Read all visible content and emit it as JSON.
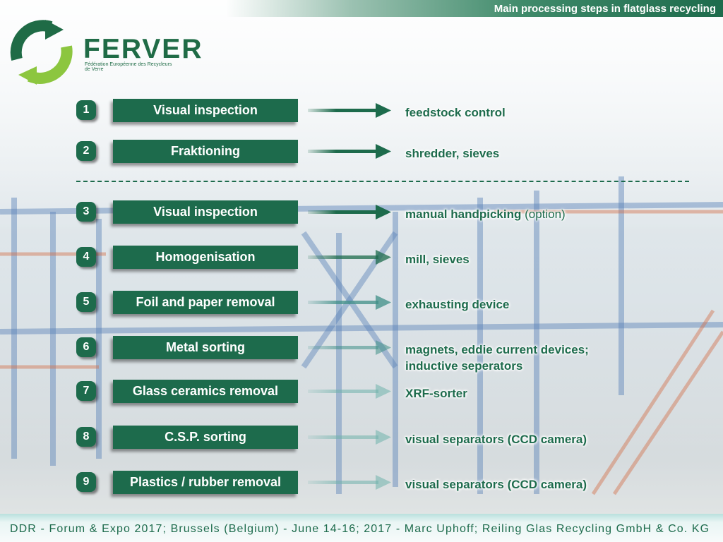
{
  "header": {
    "title": "Main processing steps in flatglass recycling"
  },
  "logo": {
    "name": "FERVER",
    "subtitle": "Fédération Européenne des Recycleurs de Verre",
    "colors": {
      "green": "#1f6b46",
      "light_green": "#8cc63f"
    }
  },
  "steps": [
    {
      "number": "1",
      "label": "Visual inspection",
      "result": "feedstock control"
    },
    {
      "number": "2",
      "label": "Fraktioning",
      "result": "shredder, sieves"
    },
    {
      "number": "3",
      "label": "Visual inspection",
      "result": "manual handpicking",
      "result_extra": " (option)"
    },
    {
      "number": "4",
      "label": "Homogenisation",
      "result": "mill, sieves"
    },
    {
      "number": "5",
      "label": "Foil and paper removal",
      "result": "exhausting device"
    },
    {
      "number": "6",
      "label": "Metal sorting",
      "result": "magnets, eddie current devices;",
      "result_line2": "inductive seperators"
    },
    {
      "number": "7",
      "label": "Glass ceramics removal",
      "result": "XRF-sorter"
    },
    {
      "number": "8",
      "label": "C.S.P. sorting",
      "result": "visual separators (CCD camera)"
    },
    {
      "number": "9",
      "label": "Plastics / rubber removal",
      "result": "visual separators (CCD camera)"
    }
  ],
  "footer": {
    "text": "DDR - Forum & Expo 2017; Brussels (Belgium)   -   June 14-16; 2017   -   Marc Uphoff; Reiling Glas Recycling GmbH & Co. KG"
  },
  "colors": {
    "accent": "#1d6b4c",
    "header_text": "#ffffff"
  }
}
